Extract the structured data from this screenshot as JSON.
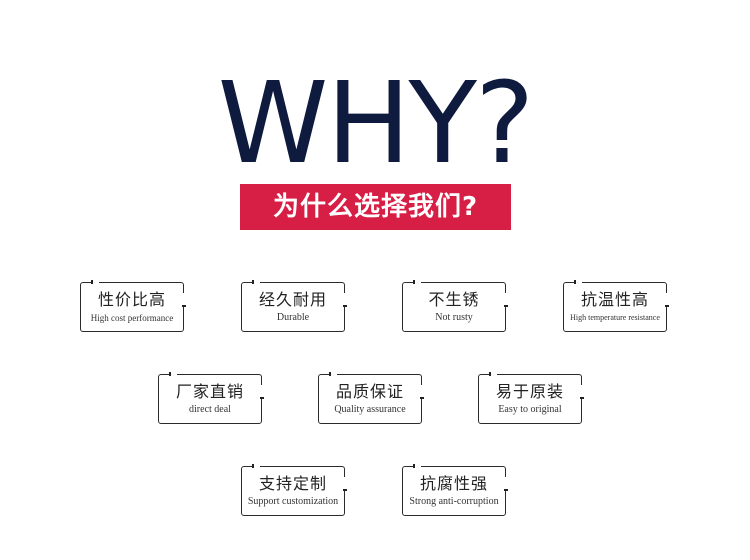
{
  "headline": "WHY?",
  "banner": "为什么选择我们?",
  "features": [
    {
      "cn": "性价比高",
      "en": "High cost performance"
    },
    {
      "cn": "经久耐用",
      "en": "Durable"
    },
    {
      "cn": "不生锈",
      "en": "Not rusty"
    },
    {
      "cn": "抗温性高",
      "en": "High temperature resistance"
    },
    {
      "cn": "厂家直销",
      "en": "direct deal"
    },
    {
      "cn": "品质保证",
      "en": "Quality assurance"
    },
    {
      "cn": "易于原装",
      "en": "Easy to original"
    },
    {
      "cn": "支持定制",
      "en": "Support customization"
    },
    {
      "cn": "抗腐性强",
      "en": "Strong anti-corruption"
    }
  ],
  "colors": {
    "headline": "#0e1a3e",
    "banner": "#d71f45"
  }
}
